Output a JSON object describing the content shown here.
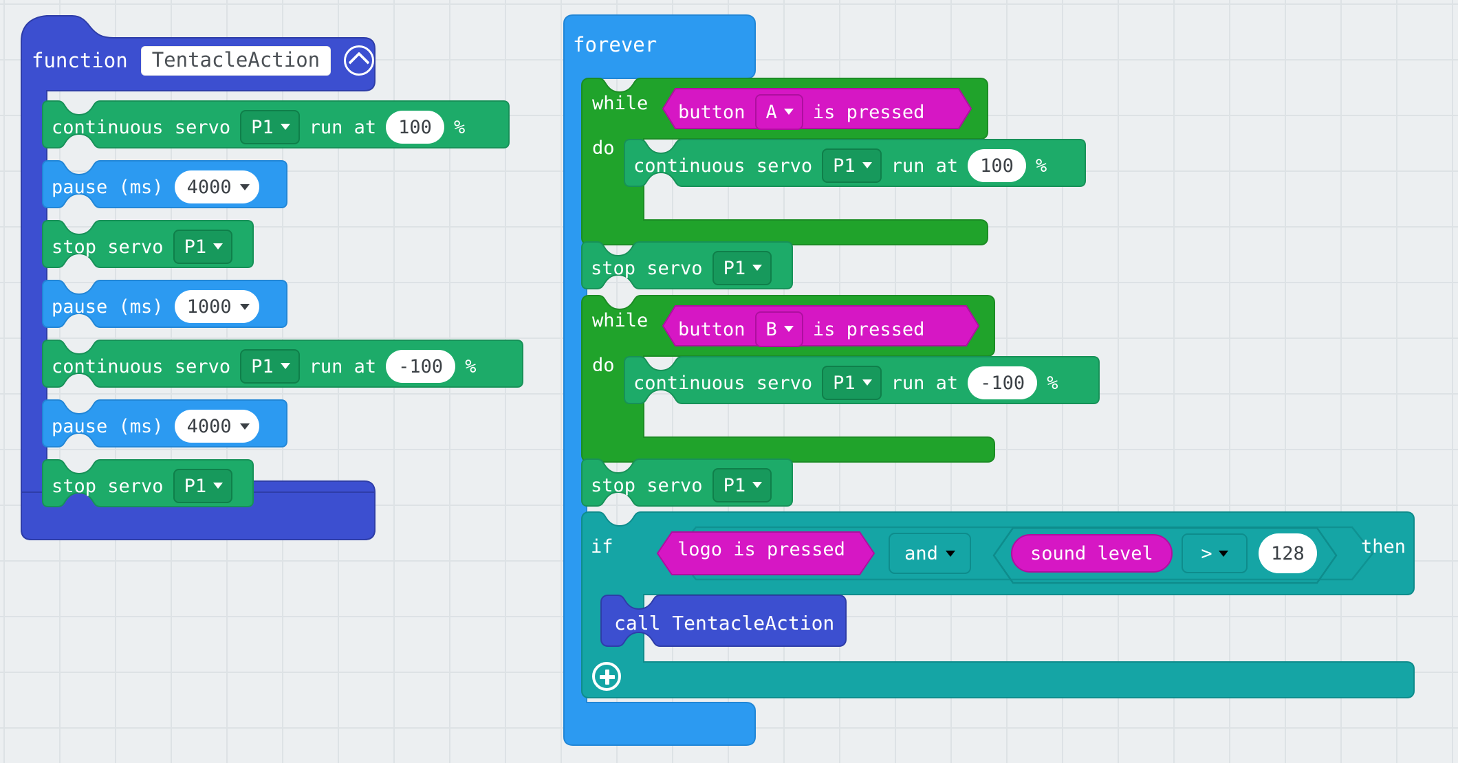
{
  "editor": {
    "name": "makecode-blocks-workspace",
    "background_color": "#ECEFF1",
    "grid_dot": "+"
  },
  "colors": {
    "function": "#3C4FD0",
    "function_dark": "#2E3DA8",
    "servo": "#1DAB69",
    "servo_field": "#17995C",
    "basic_blue": "#2C9AF1",
    "loop_green": "#20A32B",
    "loop_green_dark": "#1B8C24",
    "logic_teal": "#15A5A5",
    "input_magenta": "#D617C4",
    "call_blue": "#3C4FD0",
    "white": "#FFFFFF"
  },
  "function_block": {
    "keyword": "function",
    "name_value": "TentacleAction",
    "collapse_icon": "chevron-up-circle-icon",
    "statements": [
      {
        "kind": "continuous-servo",
        "label_a": "continuous servo",
        "pin": "P1",
        "label_b": "run at",
        "speed": "100",
        "unit": "%"
      },
      {
        "kind": "pause",
        "label": "pause (ms)",
        "value": "4000"
      },
      {
        "kind": "stop-servo",
        "label": "stop servo",
        "pin": "P1"
      },
      {
        "kind": "pause",
        "label": "pause (ms)",
        "value": "1000"
      },
      {
        "kind": "continuous-servo",
        "label_a": "continuous servo",
        "pin": "P1",
        "label_b": "run at",
        "speed": "-100",
        "unit": "%"
      },
      {
        "kind": "pause",
        "label": "pause (ms)",
        "value": "4000"
      },
      {
        "kind": "stop-servo",
        "label": "stop servo",
        "pin": "P1"
      }
    ]
  },
  "forever_block": {
    "label": "forever",
    "while_a": {
      "while_label": "while",
      "do_label": "do",
      "condition": {
        "prefix": "button",
        "selected": "A",
        "suffix": "is pressed"
      },
      "body": {
        "label_a": "continuous servo",
        "pin": "P1",
        "label_b": "run at",
        "speed": "100",
        "unit": "%"
      }
    },
    "stop_servo_1": {
      "label": "stop servo",
      "pin": "P1"
    },
    "while_b": {
      "while_label": "while",
      "do_label": "do",
      "condition": {
        "prefix": "button",
        "selected": "B",
        "suffix": "is pressed"
      },
      "body": {
        "label_a": "continuous servo",
        "pin": "P1",
        "label_b": "run at",
        "speed": "-100",
        "unit": "%"
      }
    },
    "stop_servo_2": {
      "label": "stop servo",
      "pin": "P1"
    },
    "if_block": {
      "if_label": "if",
      "then_label": "then",
      "cond_left": "logo is pressed",
      "operator": "and",
      "cond_right_reporter": "sound level",
      "comparison": ">",
      "comparison_value": "128",
      "add_icon": "plus-circle-icon",
      "body_call": "call TentacleAction"
    }
  }
}
